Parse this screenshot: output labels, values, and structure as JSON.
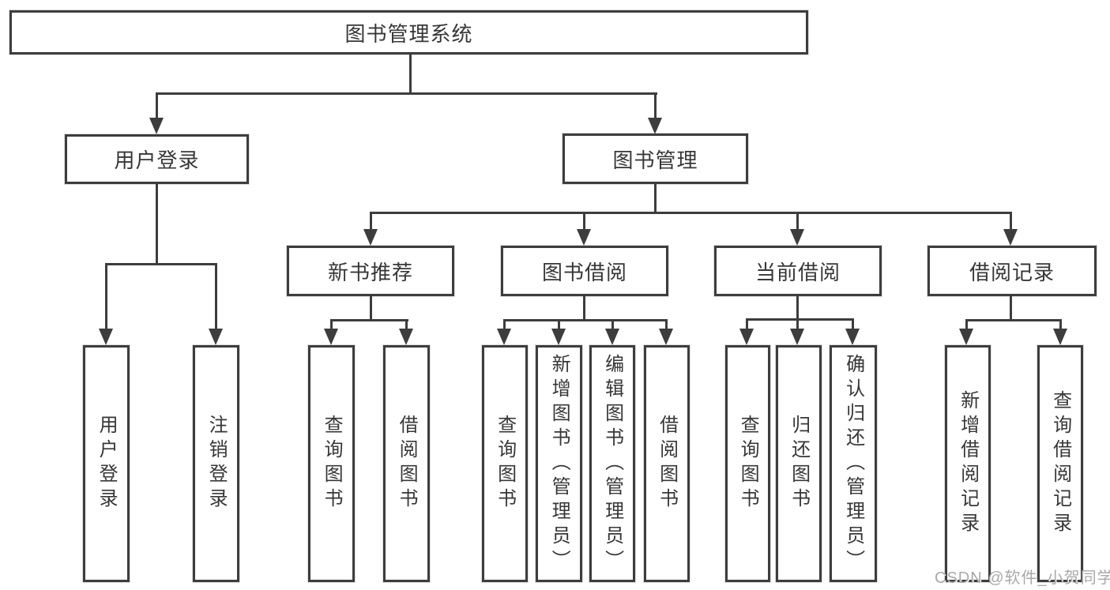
{
  "diagram": {
    "title_node": "图书管理系统",
    "tree": {
      "root": {
        "label": "图书管理系统"
      },
      "branches": [
        {
          "label": "用户登录",
          "leaves": [
            {
              "label": "用户登录"
            },
            {
              "label": "注销登录"
            }
          ]
        },
        {
          "label": "图书管理",
          "groups": [
            {
              "label": "新书推荐",
              "leaves": [
                {
                  "label": "查询图书"
                },
                {
                  "label": "借阅图书"
                }
              ]
            },
            {
              "label": "图书借阅",
              "leaves": [
                {
                  "label": "查询图书"
                },
                {
                  "label": "新增图书（管理员）"
                },
                {
                  "label": "编辑图书（管理员）"
                },
                {
                  "label": "借阅图书"
                }
              ]
            },
            {
              "label": "当前借阅",
              "leaves": [
                {
                  "label": "查询图书"
                },
                {
                  "label": "归还图书"
                },
                {
                  "label": "确认归还（管理员）"
                }
              ]
            },
            {
              "label": "借阅记录",
              "leaves": [
                {
                  "label": "新增借阅记录"
                },
                {
                  "label": "查询借阅记录"
                }
              ]
            }
          ]
        }
      ]
    },
    "colors": {
      "line": "#3d3d3d",
      "text": "#373737",
      "box_background": "#ffffff",
      "watermark_text": "#a9a9a9"
    }
  },
  "watermark": {
    "label": "CSDN @软件_小贺同学"
  }
}
